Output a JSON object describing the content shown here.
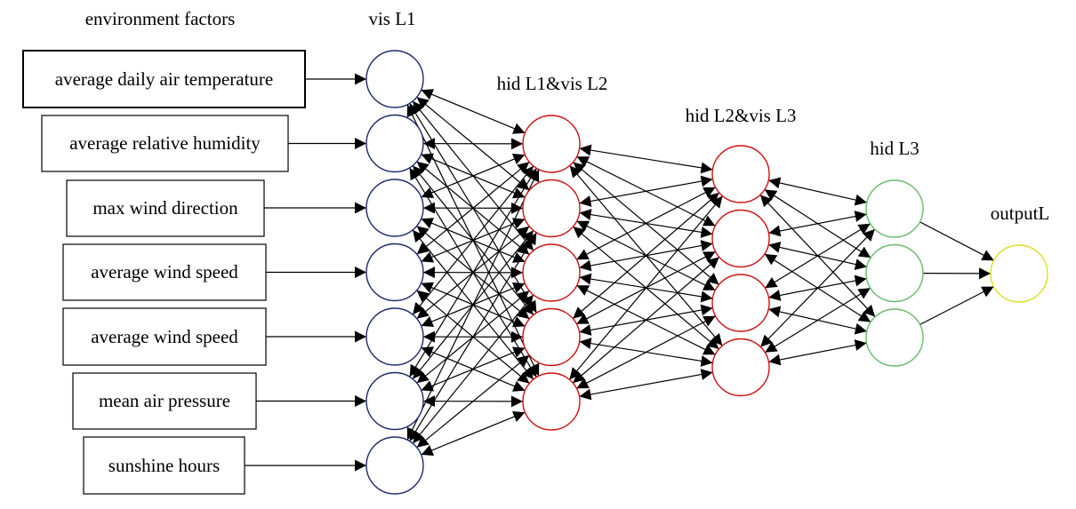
{
  "headings": {
    "environment": "environment factors",
    "vis_l1": "vis L1",
    "hid_l1_vis_l2": "hid L1&vis L2",
    "hid_l2_vis_l3": "hid L2&vis L3",
    "hid_l3": "hid L3",
    "output": "outputL"
  },
  "factors": [
    "average daily air temperature",
    "average relative humidity",
    "max wind direction",
    "average wind speed",
    "average wind speed",
    "mean air pressure",
    "sunshine hours"
  ],
  "layers": {
    "vis_l1_count": 7,
    "hid_l1_count": 5,
    "hid_l2_count": 4,
    "hid_l3_count": 3,
    "output_count": 1
  },
  "colors": {
    "vis_l1": "#1a2a6c",
    "hid_l1": "#cc1111",
    "hid_l2": "#cc1111",
    "hid_l3": "#66bb66",
    "output": "#dddd22",
    "edge": "#000000"
  }
}
